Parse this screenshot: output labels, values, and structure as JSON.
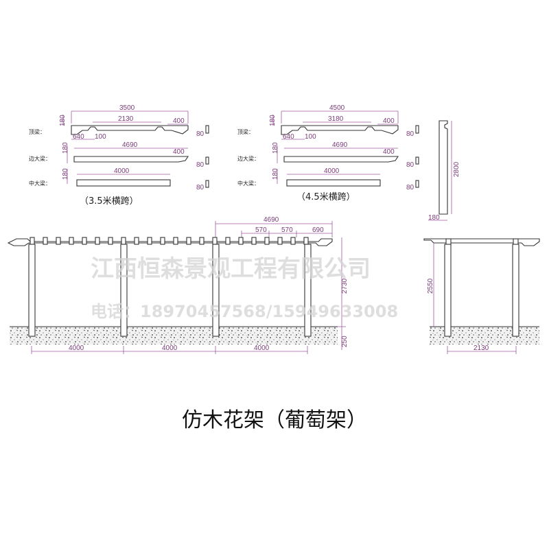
{
  "title": "仿木花架（葡萄架）",
  "watermark": {
    "company": "江西恒森景观工程有限公司",
    "phone": "电话：18970457568/15949633008"
  },
  "components": {
    "top_beam": "顶梁：",
    "edge_beam": "边大梁：",
    "mid_beam": "中大梁："
  },
  "span_a": {
    "caption": "（3.5米横跨）",
    "top_total": "3500",
    "top_inner": "2130",
    "top_end": "400",
    "top_left": "640",
    "top_gap": "100",
    "edge_total": "4690",
    "edge_end": "400",
    "mid_total": "4000",
    "beam_h": "180",
    "section": "80"
  },
  "span_b": {
    "caption": "（4.5米横跨）",
    "top_total": "4500",
    "top_inner": "3180",
    "top_end": "400",
    "top_left": "640",
    "top_gap": "100",
    "edge_total": "4690",
    "edge_end": "400",
    "mid_total": "4000",
    "beam_h": "180",
    "section": "80"
  },
  "column": {
    "height": "2800",
    "width": "180"
  },
  "front": {
    "top_total": "4690",
    "spacing_a": "570",
    "spacing_b": "570",
    "end_len": "690",
    "height": "2730",
    "footing": "250",
    "bays": [
      "4000",
      "4000",
      "4000"
    ]
  },
  "side": {
    "height": "2550",
    "width": "2130"
  }
}
